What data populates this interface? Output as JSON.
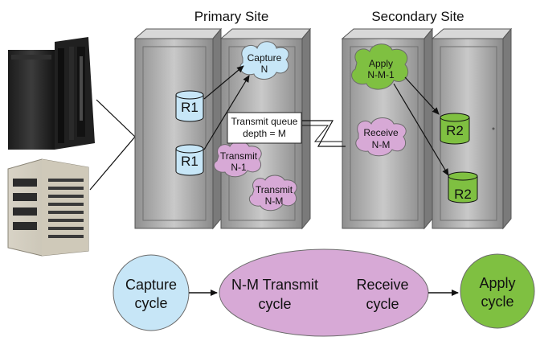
{
  "sites": {
    "primary": "Primary Site",
    "secondary": "Secondary Site"
  },
  "clouds": {
    "capture": [
      "Capture",
      "N"
    ],
    "transmit1": [
      "Transmit",
      "N-1"
    ],
    "transmit2": [
      "Transmit",
      "N-M"
    ],
    "apply": [
      "Apply",
      "N-M-1"
    ],
    "receive": [
      "Receive",
      "N-M"
    ]
  },
  "disks": {
    "r1_top": "R1",
    "r1_bottom": "R1",
    "r2_top": "R2",
    "r2_bottom": "R2"
  },
  "queue_label": [
    "Transmit queue",
    "depth = M"
  ],
  "cycles": {
    "capture": [
      "Capture",
      "cycle"
    ],
    "transmit": [
      "N-M Transmit",
      "cycle"
    ],
    "receive": [
      "Receive",
      "cycle"
    ],
    "apply": [
      "Apply",
      "cycle"
    ]
  },
  "colors": {
    "capture": "#c7e6f7",
    "transmit": "#d7a9d6",
    "apply": "#7fc041",
    "disk_r1": "#c7e6f7",
    "disk_r2": "#7fc041",
    "server": "#a9a9a9"
  }
}
